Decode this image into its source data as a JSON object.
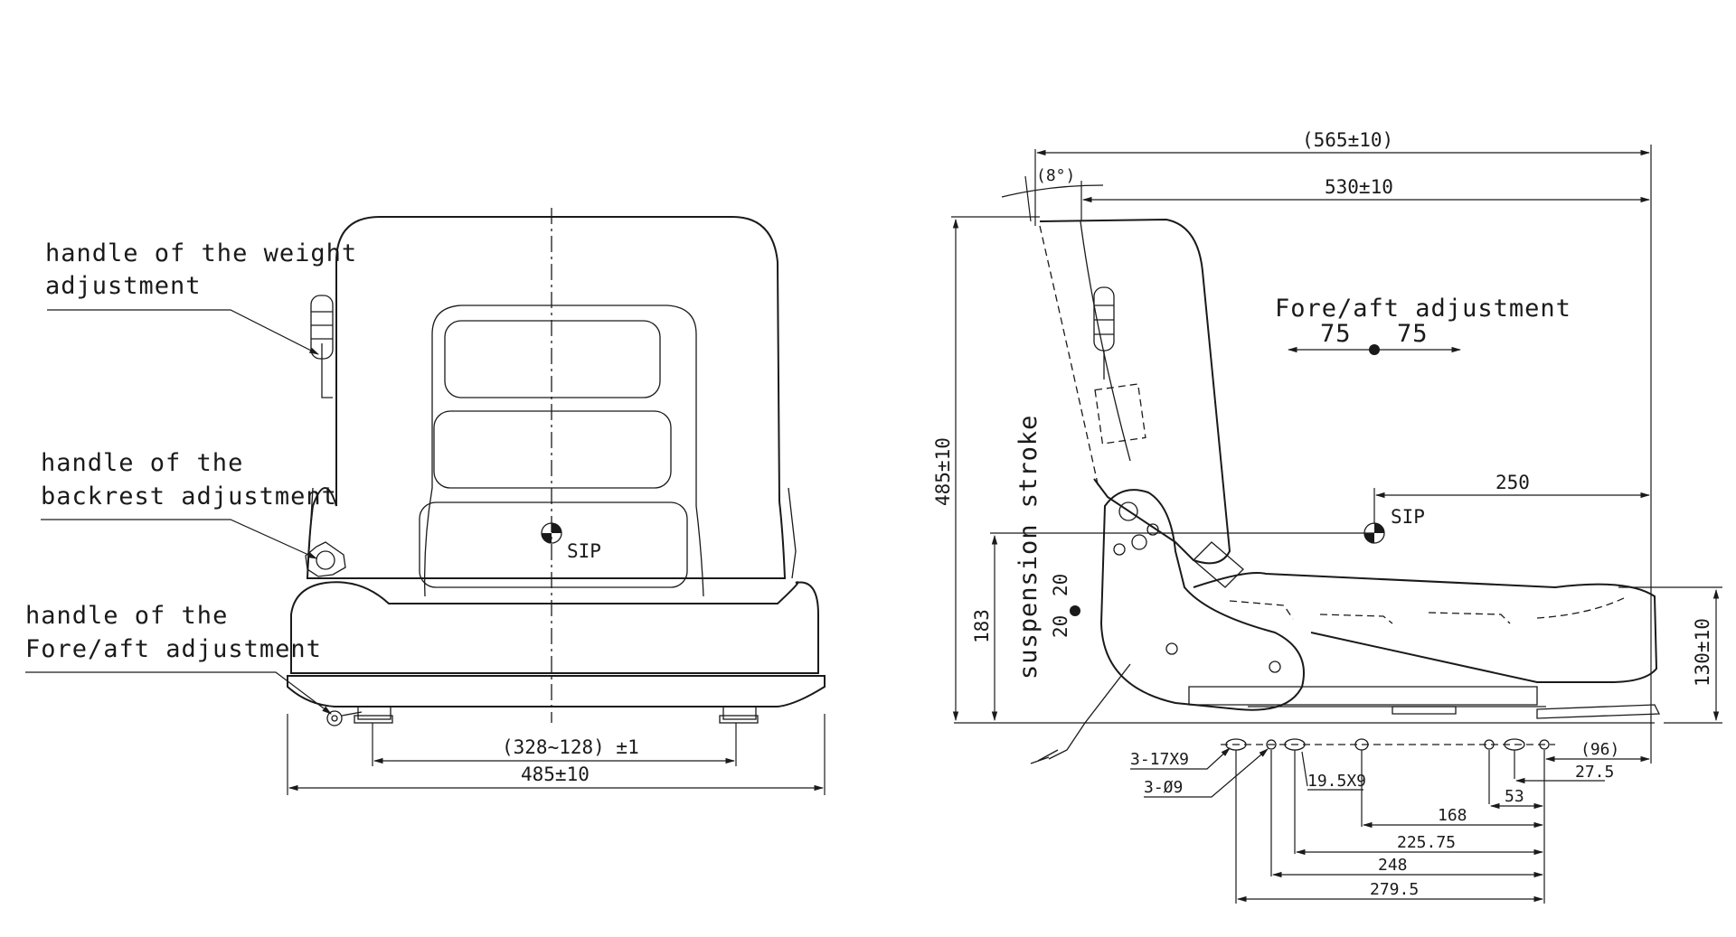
{
  "front_view": {
    "labels": {
      "weight_handle_line1": "handle of the weight",
      "weight_handle_line2": "adjustment",
      "backrest_handle_line1": "handle of the",
      "backrest_handle_line2": "backrest adjustment",
      "fore_aft_handle_line1": "handle of the",
      "fore_aft_handle_line2": "Fore/aft adjustment",
      "sip": "SIP"
    },
    "dimensions": {
      "rail_spacing": "(328~128) ±1",
      "overall_width": "485±10"
    }
  },
  "side_view": {
    "labels": {
      "backrest_angle": "(8°)",
      "fore_aft": "Fore/aft adjustment",
      "fore_aft_rear": "75",
      "fore_aft_front": "75",
      "sip": "SIP",
      "suspension_stroke": "suspension stroke",
      "stroke_up": "20",
      "stroke_down": "20"
    },
    "dimensions": {
      "overall_length": "(565±10)",
      "seat_length": "530±10",
      "height": "485±10",
      "sip_offset": "250",
      "sip_height": "183",
      "front_height": "130±10",
      "slots": "3-17X9",
      "holes": "3-Ø9",
      "slot_19": "19.5X9",
      "d96": "(96)",
      "d27_5": "27.5",
      "d53": "53",
      "d168": "168",
      "d225_75": "225.75",
      "d248": "248",
      "d279_5": "279.5"
    }
  }
}
